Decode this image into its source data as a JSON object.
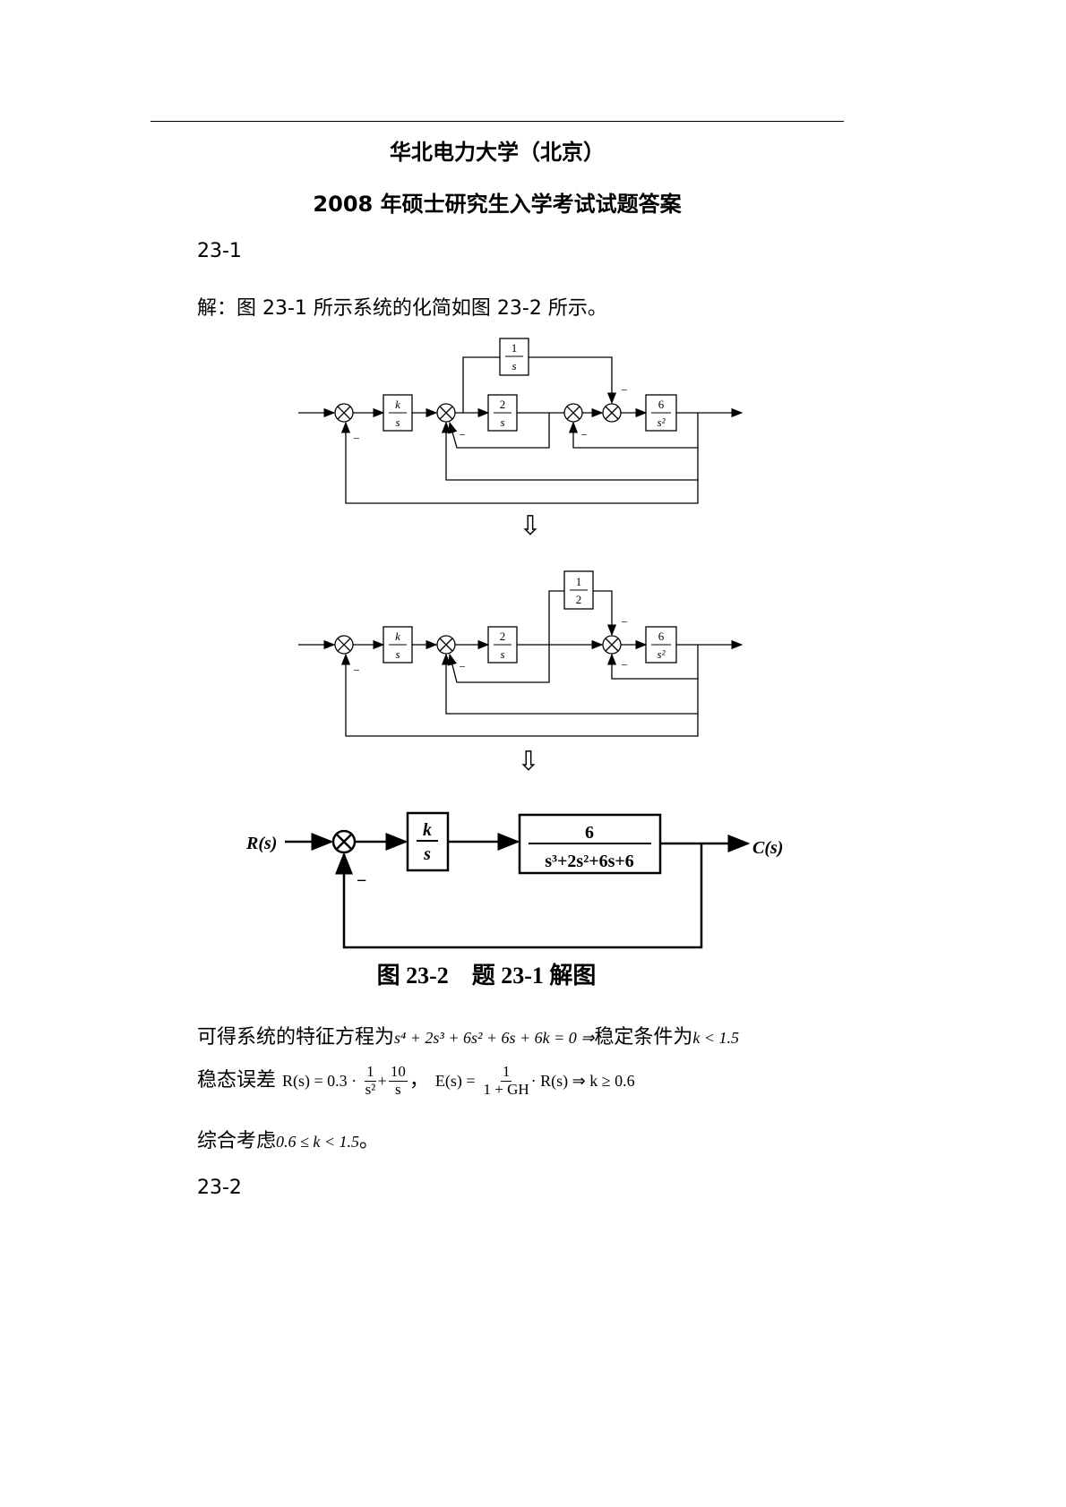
{
  "header": {
    "university": "华北电力大学（北京）",
    "exam_title": "2008 年硕士研究生入学考试试题答案"
  },
  "section1": {
    "label": "23-1",
    "intro": "解：图 23-1 所示系统的化简如图 23-2 所示。"
  },
  "diagram1": {
    "blocks": {
      "b1": {
        "num": "1",
        "den": "s"
      },
      "k": {
        "num": "k",
        "den": "s"
      },
      "b2": {
        "num": "2",
        "den": "s"
      },
      "b6": {
        "num": "6",
        "den": "s²"
      }
    },
    "minus": "−"
  },
  "diagram2": {
    "blocks": {
      "half": {
        "num": "1",
        "den": "2"
      },
      "k": {
        "num": "k",
        "den": "s"
      },
      "b2": {
        "num": "2",
        "den": "s"
      },
      "b6": {
        "num": "6",
        "den": "s²"
      }
    },
    "minus": "−"
  },
  "arrow": "⇩",
  "diagram3": {
    "input": "R(s)",
    "output": "C(s)",
    "k": {
      "num": "k",
      "den": "s"
    },
    "plant": {
      "num": "6",
      "den": "s³+2s²+6s+6"
    },
    "minus": "−",
    "caption": "图 23-2　题 23-1 解图"
  },
  "analysis": {
    "line1_text": "可得系统的特征方程为",
    "line1_eq": "s⁴ + 2s³ + 6s² + 6s + 6k = 0 ⇒",
    "line1_text2": "稳定条件为",
    "line1_cond": "k < 1.5",
    "line2_text": "稳态误差",
    "line2_r": "R(s) = 0.3 ·",
    "f1n": "1",
    "f1d": "s²",
    "plus": "+",
    "f2n": "10",
    "f2d": "s",
    "comma": "，",
    "line2_e": "E(s) =",
    "f3n": "1",
    "f3d": "1 + GH",
    "line2_tail": "· R(s) ⇒ k ≥ 0.6",
    "line3_text": "综合考虑",
    "line3_cond": "0.6 ≤ k < 1.5",
    "line3_end": "。"
  },
  "section2": {
    "label": "23-2"
  }
}
